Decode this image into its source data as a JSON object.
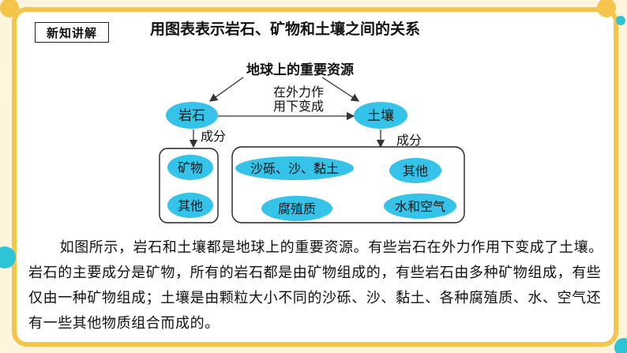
{
  "colors": {
    "accent_yellow": "#F5C44A",
    "accent_cyan": "#2EC4D8",
    "node_fill": "#35C3E9",
    "text": "#111111"
  },
  "header": {
    "tag": "新知讲解",
    "title": "用图表表示岩石、矿物和土壤之间的关系"
  },
  "diagram": {
    "heading": "地球上的重要资源",
    "relation_line1": "在外力作",
    "relation_line2": "用下变成",
    "rock": "岩石",
    "soil": "土壤",
    "rock_component_label": "成分",
    "soil_component_label": "成分",
    "rock_components": [
      "矿物",
      "其他"
    ],
    "soil_components": [
      "沙砾、沙、黏土",
      "其他",
      "腐殖质",
      "水和空气"
    ]
  },
  "paragraph": "如图所示，岩石和土壤都是地球上的重要资源。有些岩石在外力作用下变成了土壤。岩石的主要成分是矿物，所有的岩石都是由矿物组成的，有些岩石由多种矿物组成，有些仅由一种矿物组成；土壤是由颗粒大小不同的沙砾、沙、黏土、各种腐殖质、水、空气还有一些其他物质组合而成的。"
}
